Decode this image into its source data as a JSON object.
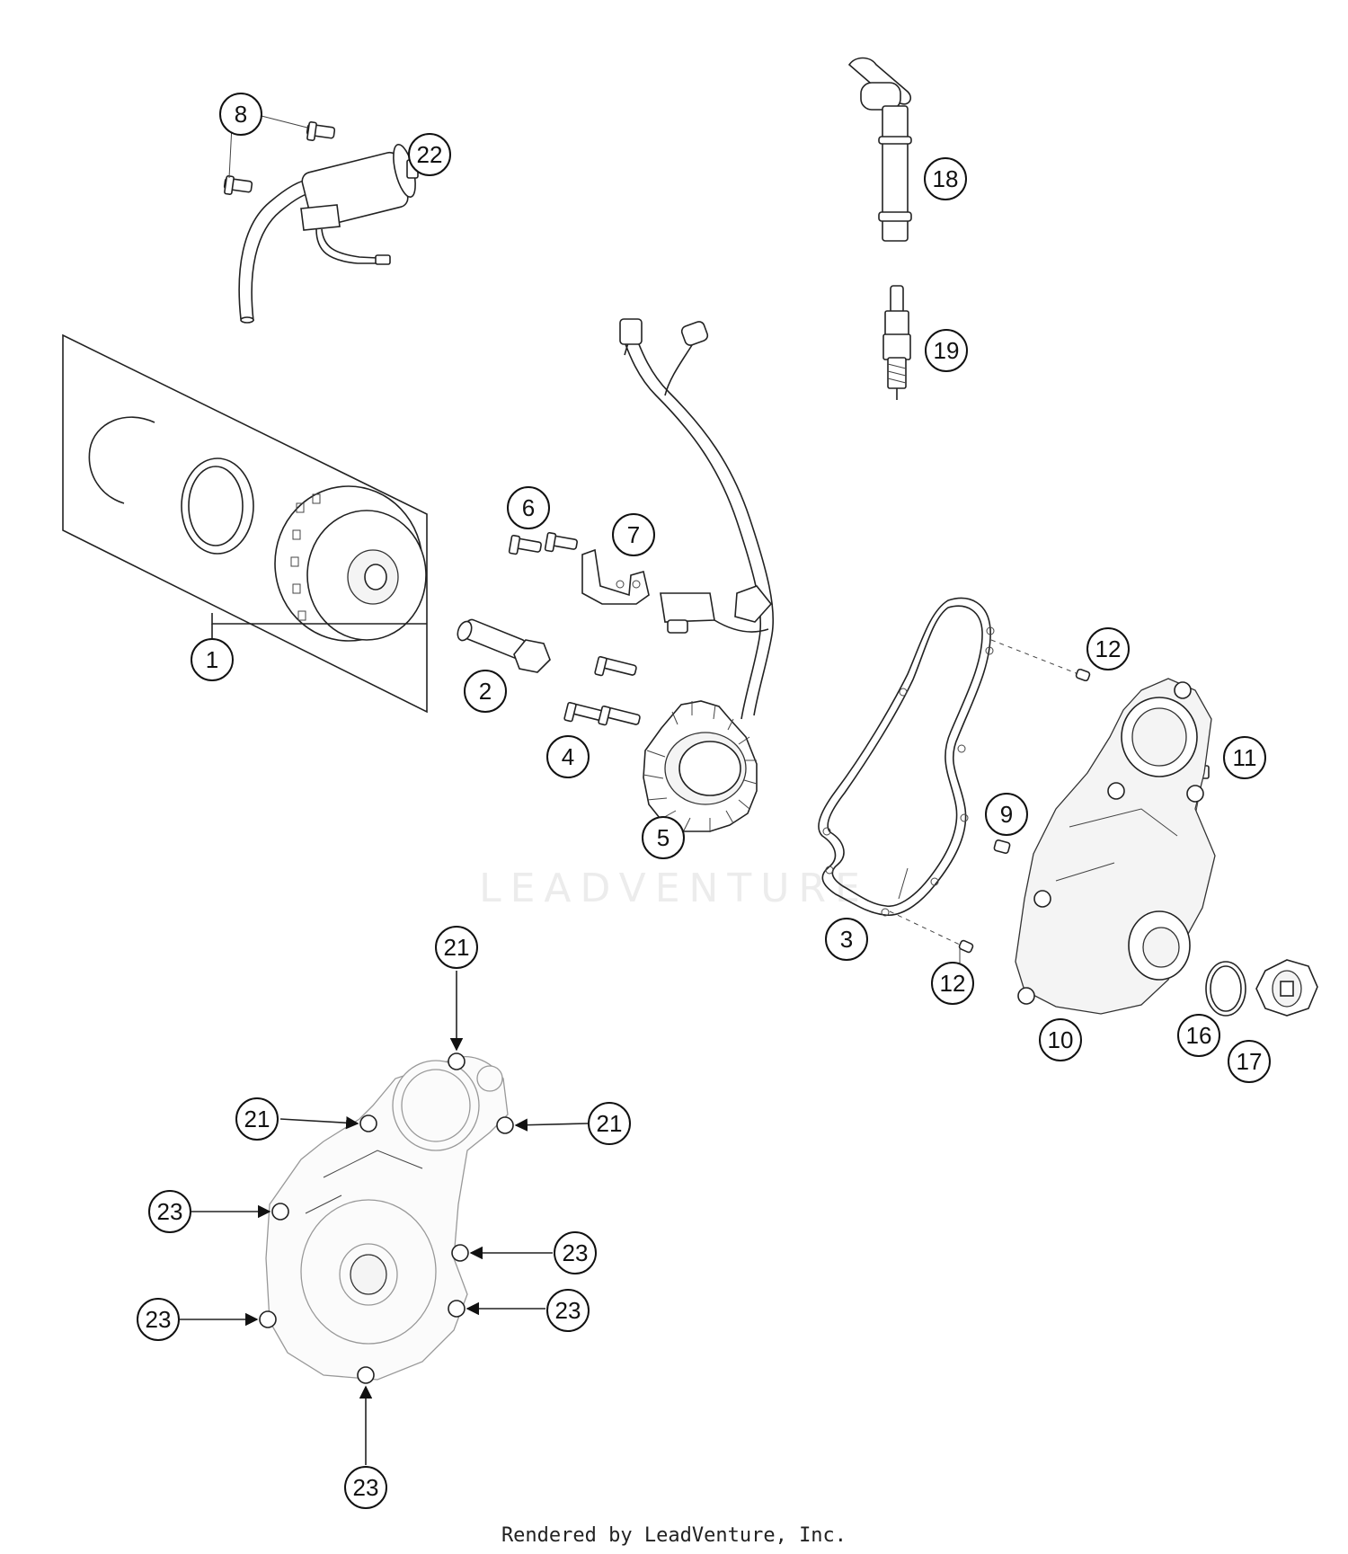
{
  "watermark": "LEADVENTURE",
  "footer": "Rendered by LeadVenture, Inc.",
  "callouts": {
    "c1": "1",
    "c2": "2",
    "c3": "3",
    "c4": "4",
    "c5": "5",
    "c6": "6",
    "c7": "7",
    "c8": "8",
    "c9": "9",
    "c10": "10",
    "c11": "11",
    "c12a": "12",
    "c12b": "12",
    "c16": "16",
    "c17": "17",
    "c18": "18",
    "c19": "19",
    "c21a": "21",
    "c21b": "21",
    "c21c": "21",
    "c22": "22",
    "c23a": "23",
    "c23b": "23",
    "c23c": "23",
    "c23d": "23",
    "c23e": "23"
  }
}
